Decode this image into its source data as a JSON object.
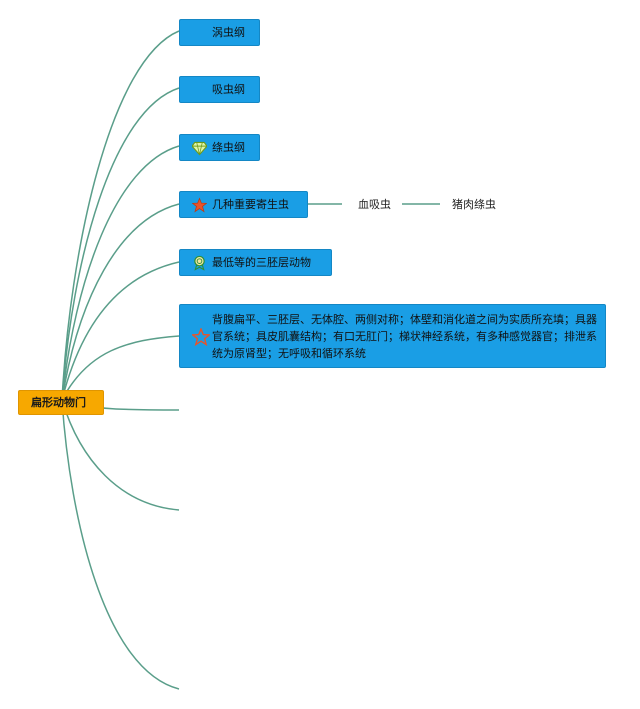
{
  "root": {
    "label": "扁形动物门"
  },
  "branches": [
    {
      "label": "涡虫纲",
      "icon": ""
    },
    {
      "label": "吸虫纲",
      "icon": ""
    },
    {
      "label": "绦虫纲",
      "icon": "diamond-icon"
    },
    {
      "label": "几种重要寄生虫",
      "icon": "star-icon",
      "children": [
        "血吸虫",
        "猪肉绦虫"
      ]
    },
    {
      "label": "最低等的三胚层动物",
      "icon": "award-icon"
    },
    {
      "label": "背腹扁平、三胚层、无体腔、两侧对称；体壁和消化道之间为实质所充填；具器官系统；具皮肌囊结构；有口无肛门；梯状神经系统，有多种感觉器官；排泄系统为原肾型；无呼吸和循环系统",
      "icon": "star-outline-icon"
    }
  ],
  "colors": {
    "branch_fill": "#1a9ee5",
    "root_fill": "#f7a800",
    "connector": "#5a9e8a"
  }
}
